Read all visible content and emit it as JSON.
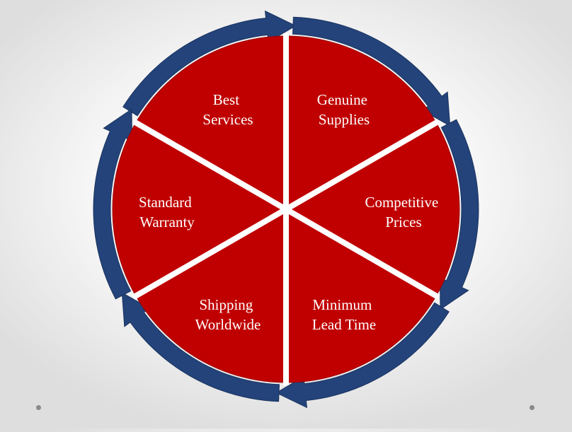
{
  "diagram": {
    "type": "cycle",
    "segments": [
      {
        "id": "best-services",
        "lines": [
          "Best",
          "Services"
        ]
      },
      {
        "id": "genuine-supplies",
        "lines": [
          "Genuine",
          "Supplies"
        ]
      },
      {
        "id": "competitive-prices",
        "lines": [
          "Competitive",
          "Prices"
        ]
      },
      {
        "id": "minimum-lead-time",
        "lines": [
          "Minimum",
          "Lead Time"
        ]
      },
      {
        "id": "shipping-worldwide",
        "lines": [
          "Shipping",
          "Worldwide"
        ]
      },
      {
        "id": "standard-warranty",
        "lines": [
          "Standard",
          "Warranty"
        ]
      }
    ],
    "colors": {
      "segment_fill": "#c00000",
      "segment_border": "#9a0000",
      "arrow_fill": "#23437a",
      "arrow_stroke": "#1a3360",
      "separator": "#ffffff",
      "text": "#ffffff"
    }
  }
}
